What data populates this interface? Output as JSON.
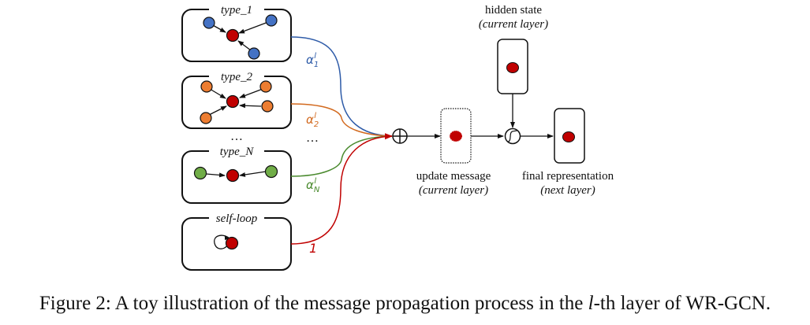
{
  "figure": {
    "relation_boxes": [
      {
        "id": "type1",
        "title": "type_1",
        "neighbor_color": "#4472c4",
        "weight_base": "α",
        "weight_sub": "1",
        "weight_sup": "l",
        "edge_color": "#2e5ba8"
      },
      {
        "id": "type2",
        "title": "type_2",
        "neighbor_color": "#ed7d31",
        "weight_base": "α",
        "weight_sub": "2",
        "weight_sup": "l",
        "edge_color": "#d2691e"
      },
      {
        "id": "typeN",
        "title": "type_N",
        "neighbor_color": "#70ad47",
        "weight_base": "α",
        "weight_sub": "N",
        "weight_sup": "l",
        "edge_color": "#4a8a2e"
      },
      {
        "id": "self",
        "title": "self-loop",
        "weight_base": "1",
        "edge_color": "#c00000"
      }
    ],
    "ellipsis_left": "…",
    "ellipsis_mid": "…",
    "center_node_color": "#c00000",
    "aggregation_symbol": "⊕",
    "update_message": {
      "label": "update message",
      "sublabel": "(current layer)"
    },
    "hidden_state": {
      "label": "hidden state",
      "sublabel": "(current layer)"
    },
    "gate_symbol": "sigmoid-gate",
    "final_representation": {
      "label": "final representation",
      "sublabel": "(next layer)"
    }
  },
  "caption": {
    "prefix": "Figure 2: A toy illustration of the message propagation process in the ",
    "math": "l",
    "suffix": "-th layer of WR-GCN."
  }
}
